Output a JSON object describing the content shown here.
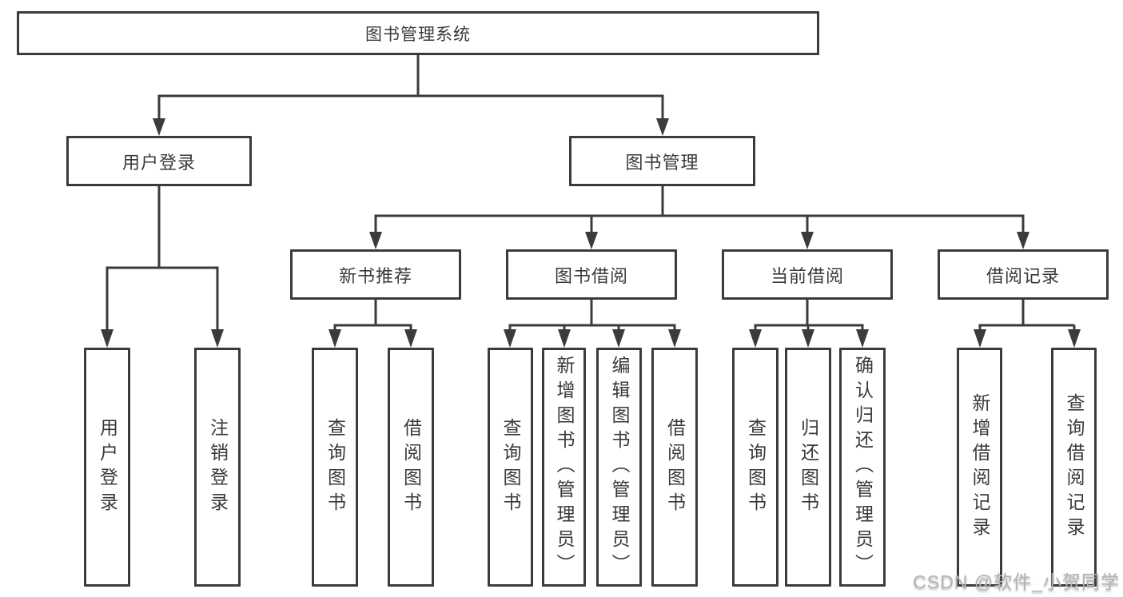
{
  "diagram": {
    "root": "图书管理系统",
    "level2": [
      "用户登录",
      "图书管理"
    ],
    "level3": [
      "新书推荐",
      "图书借阅",
      "当前借阅",
      "借阅记录"
    ],
    "leaves_user_login": [
      "用户登录",
      "注销登录"
    ],
    "leaves_new_books": [
      "查询图书",
      "借阅图书"
    ],
    "leaves_book_borrow": [
      "查询图书",
      "新增图书（管理员）",
      "编辑图书（管理员）",
      "借阅图书"
    ],
    "leaves_current_borrow": [
      "查询图书",
      "归还图书",
      "确认归还（管理员）"
    ],
    "leaves_borrow_records": [
      "新增借阅记录",
      "查询借阅记录"
    ]
  },
  "watermark": "CSDN @软件_小贺同学",
  "colors": {
    "line": "#3b3b3b",
    "text": "#3a3a3a",
    "watermark": "#b4b4b4",
    "background": "#ffffff"
  }
}
